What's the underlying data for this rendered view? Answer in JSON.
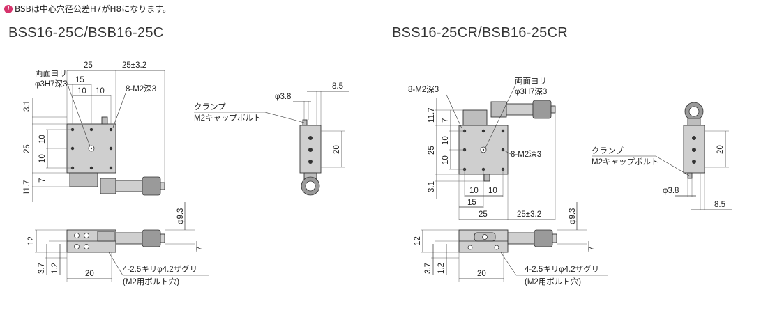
{
  "note": {
    "icon": "info-pin-icon",
    "text": "BSBは中心穴径公差H7がH8になります。"
  },
  "left": {
    "model": "BSS16-25C/BSB16-25C",
    "dims": {
      "w25": "25",
      "w25pm": "25±3.2",
      "w15": "15",
      "w10a": "10",
      "w10b": "10",
      "h31": "3.1",
      "h25": "25",
      "h10a": "10",
      "h10b": "10",
      "h117": "11.7",
      "h7": "7",
      "ref": "両面ヨリ",
      "hole": "φ3H7深3",
      "tap": "8-M2深3",
      "clamp": "クランプ",
      "clampbolt": "M2キャップボルト",
      "phi38": "φ3.8",
      "d85": "8.5",
      "d20": "20",
      "phi93": "φ9.3",
      "s12": "12",
      "s7": "7",
      "s37": "3.7",
      "s12b": "1.2",
      "s20": "20",
      "cbore": "4-2.5キリφ4.2ザグリ",
      "cbore2": "(M2用ボルト穴)"
    }
  },
  "right": {
    "model": "BSS16-25CR/BSB16-25CR",
    "dims": {
      "tap1": "8-M2深3",
      "ref": "両面ヨリ",
      "hole": "φ3H7深3",
      "tap2": "8-M2深3",
      "h117": "11.7",
      "h7": "7",
      "h25": "25",
      "h10a": "10",
      "h10b": "10",
      "h31": "3.1",
      "w10a": "10",
      "w10b": "10",
      "w15": "15",
      "w25": "25",
      "w25pm": "25±3.2",
      "clamp": "クランプ",
      "clampbolt": "M2キャップボルト",
      "d20": "20",
      "phi38": "φ3.8",
      "d85": "8.5",
      "phi93": "φ9.3",
      "s12": "12",
      "s7": "7",
      "s37": "3.7",
      "s12b": "1.2",
      "s20": "20",
      "cbore": "4-2.5キリφ4.2ザグリ",
      "cbore2": "(M2用ボルト穴)"
    }
  }
}
